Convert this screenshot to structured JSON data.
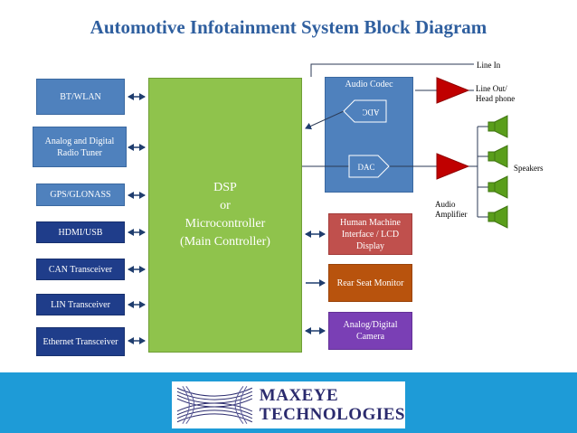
{
  "title": "Automotive Infotainment System Block Diagram",
  "left_blocks": [
    {
      "id": "bt",
      "label": "BT/WLAN"
    },
    {
      "id": "tuner",
      "label": "Analog and Digital Radio Tuner"
    },
    {
      "id": "gps",
      "label": "GPS/GLONASS"
    },
    {
      "id": "hdmi",
      "label": "HDMI/USB"
    },
    {
      "id": "can",
      "label": "CAN Transceiver"
    },
    {
      "id": "lin",
      "label": "LIN Transceiver"
    },
    {
      "id": "eth",
      "label": "Ethernet Transceiver"
    }
  ],
  "main_controller": {
    "line1": "DSP",
    "line2": "or",
    "line3": "Microcontroller",
    "line4": "(Main Controller)"
  },
  "codec": {
    "title": "Audio Codec",
    "adc": "ADC",
    "dac": "DAC"
  },
  "right_blocks": {
    "hmi": "Human Machine Interface / LCD Display",
    "rear": "Rear Seat Monitor",
    "camera": "Analog/Digital Camera"
  },
  "labels": {
    "line_in": "Line In",
    "line_out": "Line Out/ Head phone",
    "speakers": "Speakers",
    "amplifier": "Audio Amplifier"
  },
  "logo": {
    "line1": "MAXEYE",
    "line2": "TECHNOLOGIES"
  },
  "colors": {
    "title": "#2f5f9f",
    "left_block_blue": "#4f81bd",
    "left_block_navy": "#1f3d8a",
    "main_green": "#8fc34c",
    "amplifier_red": "#c00000",
    "speaker_green": "#5a9e1b",
    "footer": "#1e9bd7"
  }
}
